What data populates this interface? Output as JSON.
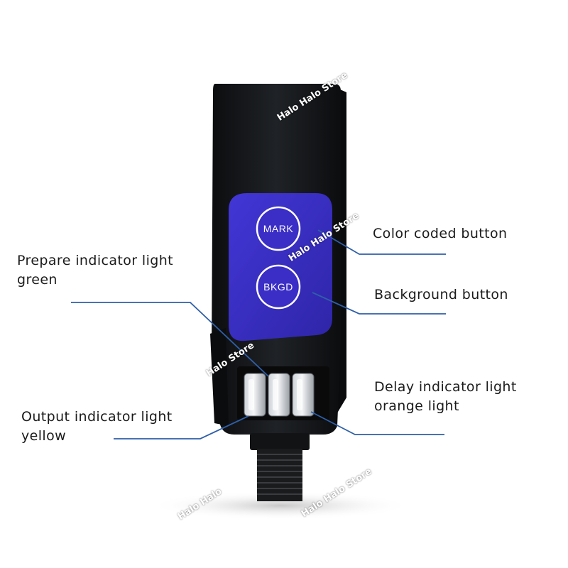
{
  "callouts": {
    "prepare_line1": "Prepare indicator light",
    "prepare_line2": "green",
    "output_line1": "Output indicator light",
    "output_line2": "yellow",
    "color_coded": "Color coded button",
    "background": "Background button",
    "delay_line1": "Delay indicator light",
    "delay_line2": "orange light"
  },
  "sensor": {
    "mark_label": "MARK",
    "bkgd_label": "BKGD"
  },
  "watermark": {
    "text_1": "Halo Halo Store",
    "text_2": "Halo Halo Store",
    "text_3": "Halo Store",
    "text_4": "Halo Halo",
    "text_5": "Halo Halo Store"
  },
  "colors": {
    "panel_blue": "#3b2fc6",
    "body_black": "#141618",
    "leader_line": "#2f5fa8"
  }
}
